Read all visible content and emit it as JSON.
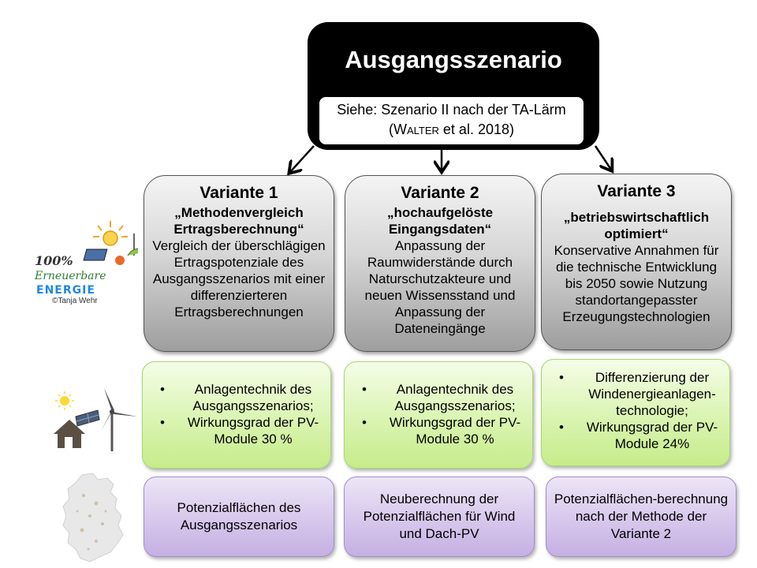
{
  "top": {
    "title": "Ausgangsszenario",
    "line1": "Siehe: Szenario II nach der TA-Lärm",
    "cite_open": "(W",
    "cite_caps": "alter",
    "cite_rest": " et al. 2018)"
  },
  "variants": [
    {
      "title": "Variante 1",
      "subtitle": "„Methodenvergleich Ertragsberechnung“",
      "body": "Vergleich der überschlägigen Ertragspotenziale des Ausgangsszenarios mit einer differenzierteren Ertragsberechnungen",
      "bullets": [
        "Anlagentechnik des Ausgangsszenarios;",
        "Wirkungsgrad der PV-Module 30 %"
      ],
      "area": "Potenzialflächen des Ausgangsszenarios"
    },
    {
      "title": "Variante 2",
      "subtitle": "„hochaufgelöste Eingangsdaten“",
      "body": "Anpassung der Raumwiderstände durch Naturschutzakteure und neuen Wissensstand und Anpassung der Dateneingänge",
      "bullets": [
        "Anlagentechnik des Ausgangsszenarios;",
        "Wirkungsgrad der PV-Module 30 %"
      ],
      "area": "Neuberechnung der Potenzialflächen für Wind und Dach-PV"
    },
    {
      "title": "Variante 3",
      "subtitle": "„betriebswirtschaftlich optimiert“",
      "body": "Konservative Annahmen für die technische Entwicklung bis 2050 sowie Nutzung standortangepasster Erzeugungstechnologien",
      "bullets": [
        "Differenzierung der Windenergieanlagen-technologie;",
        "Wirkungsgrad der PV-Module 24%"
      ],
      "area": "Potenzialflächen-berechnung nach der Methode der Variante 2"
    }
  ],
  "logo": {
    "line1": "100%",
    "line2": "Erneuerbare",
    "line3": "ENERGIE",
    "credit": "©Tanja Wehr"
  },
  "icons": [
    "sun-icon",
    "solar-panel-icon",
    "house-icon",
    "wind-turbine-icon",
    "germany-map-icon"
  ]
}
